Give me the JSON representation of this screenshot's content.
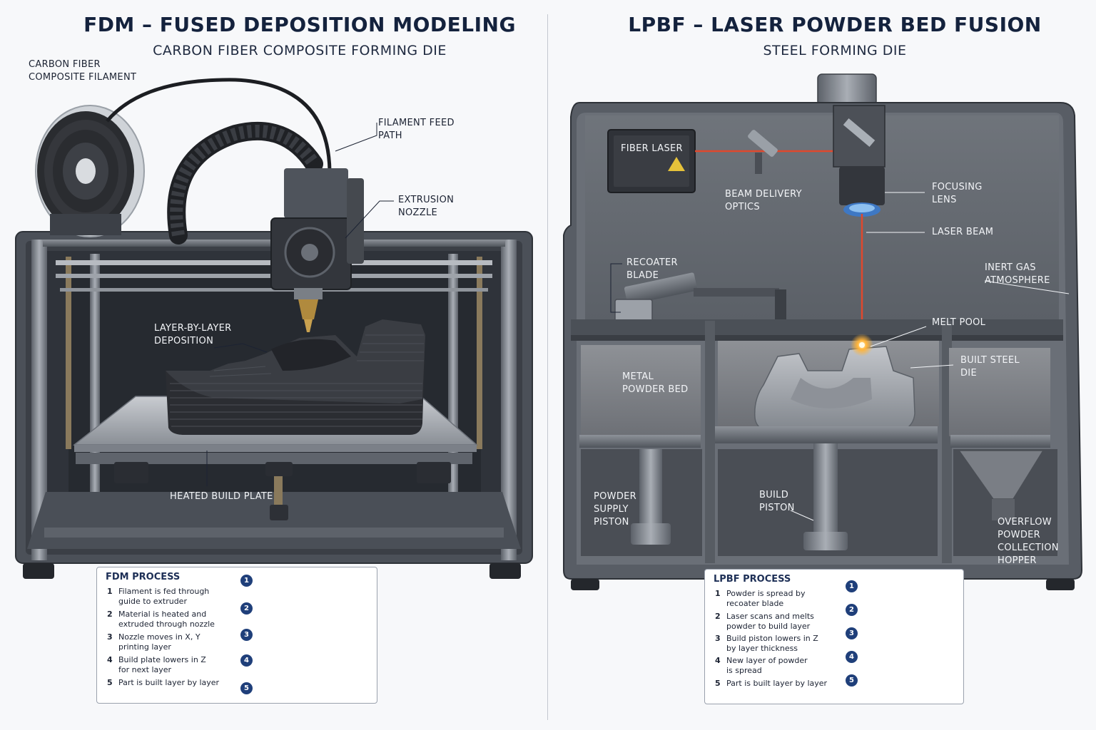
{
  "fdm": {
    "title": "FDM – FUSED DEPOSITION MODELING",
    "subtitle": "CARBON FIBER COMPOSITE FORMING DIE",
    "labels": {
      "filament": [
        "CARBON FIBER",
        "COMPOSITE FILAMENT"
      ],
      "feed_path": [
        "FILAMENT FEED",
        "PATH"
      ],
      "nozzle": [
        "EXTRUSION",
        "NOZZLE"
      ],
      "deposition": [
        "LAYER-BY-LAYER",
        "DEPOSITION"
      ],
      "build_plate": "HEATED BUILD PLATE"
    },
    "process": {
      "title": "FDM PROCESS",
      "steps": [
        {
          "num": "1",
          "lines": [
            "Filament is fed through",
            "guide to extruder"
          ]
        },
        {
          "num": "2",
          "lines": [
            "Material is heated and",
            "extruded through nozzle"
          ]
        },
        {
          "num": "3",
          "lines": [
            "Nozzle moves in X, Y",
            "printing layer"
          ]
        },
        {
          "num": "4",
          "lines": [
            "Build plate lowers in Z",
            "for next layer"
          ]
        },
        {
          "num": "5",
          "lines": [
            "Part is built layer by layer"
          ]
        }
      ]
    }
  },
  "lpbf": {
    "title": "LPBF – LASER POWDER BED FUSION",
    "subtitle": "STEEL FORMING DIE",
    "labels": {
      "fiber_laser": "FIBER LASER",
      "beam_optics": [
        "BEAM DELIVERY",
        "OPTICS"
      ],
      "focusing_lens": [
        "FOCUSING",
        "LENS"
      ],
      "laser_beam": "LASER BEAM",
      "recoater": [
        "RECOATER",
        "BLADE"
      ],
      "inert_gas": [
        "INERT GAS",
        "ATMOSPHERE"
      ],
      "melt_pool": "MELT POOL",
      "built_die": [
        "BUILT STEEL",
        "DIE"
      ],
      "powder_bed": [
        "METAL",
        "POWDER BED"
      ],
      "supply_piston": [
        "POWDER",
        "SUPPLY",
        "PISTON"
      ],
      "build_piston": [
        "BUILD",
        "PISTON"
      ],
      "overflow": [
        "OVERFLOW",
        "POWDER",
        "COLLECTION",
        "HOPPER"
      ]
    },
    "process": {
      "title": "LPBF PROCESS",
      "steps": [
        {
          "num": "1",
          "lines": [
            "Powder is spread by",
            "recoater blade"
          ]
        },
        {
          "num": "2",
          "lines": [
            "Laser scans and melts",
            "powder to build layer"
          ]
        },
        {
          "num": "3",
          "lines": [
            "Build piston lowers in Z",
            "by layer thickness"
          ]
        },
        {
          "num": "4",
          "lines": [
            "New layer of powder",
            "is spread"
          ]
        },
        {
          "num": "5",
          "lines": [
            "Part is built layer by layer"
          ]
        }
      ]
    }
  },
  "colors": {
    "navy": "#14223d",
    "badge": "#1f3f7a",
    "laser": "#e0482d",
    "frame": "#6d737c",
    "dark_part": "#2a2c31"
  }
}
